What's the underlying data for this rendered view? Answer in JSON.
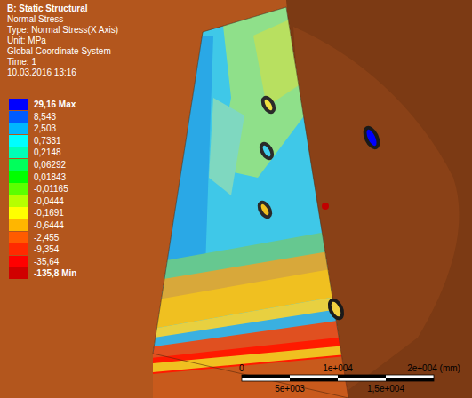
{
  "diagram": {
    "title": "B: Static Structural",
    "labels": [
      "Normal Stress",
      "Type: Normal Stress(X Axis)",
      "Unit: MPa",
      "Global Coordinate System",
      "Time: 1",
      "10.03.2016 13:16",
      "0",
      "1e+004",
      "2e+004 (mm)",
      "5e+003",
      "1,5e+004"
    ],
    "legend": [
      {
        "text": "29,16 Max",
        "color": "#0000ff"
      },
      {
        "text": "8,543",
        "color": "#005bff"
      },
      {
        "text": "2,503",
        "color": "#00b6ff"
      },
      {
        "text": "0,7331",
        "color": "#00ffff"
      },
      {
        "text": "0,2148",
        "color": "#00ffb6"
      },
      {
        "text": "0,06292",
        "color": "#00ff5b"
      },
      {
        "text": "0,01843",
        "color": "#00ff00"
      },
      {
        "text": "-0,01165",
        "color": "#5bff00"
      },
      {
        "text": "-0,0444",
        "color": "#b6ff00"
      },
      {
        "text": "-0,1691",
        "color": "#ffff00"
      },
      {
        "text": "-0,6444",
        "color": "#ffb600"
      },
      {
        "text": "-2,455",
        "color": "#ff5b00"
      },
      {
        "text": "-9,354",
        "color": "#ff2a00"
      },
      {
        "text": "-35,64",
        "color": "#ff0000"
      },
      {
        "text": "-135,8 Min",
        "color": "#d00000"
      }
    ]
  }
}
